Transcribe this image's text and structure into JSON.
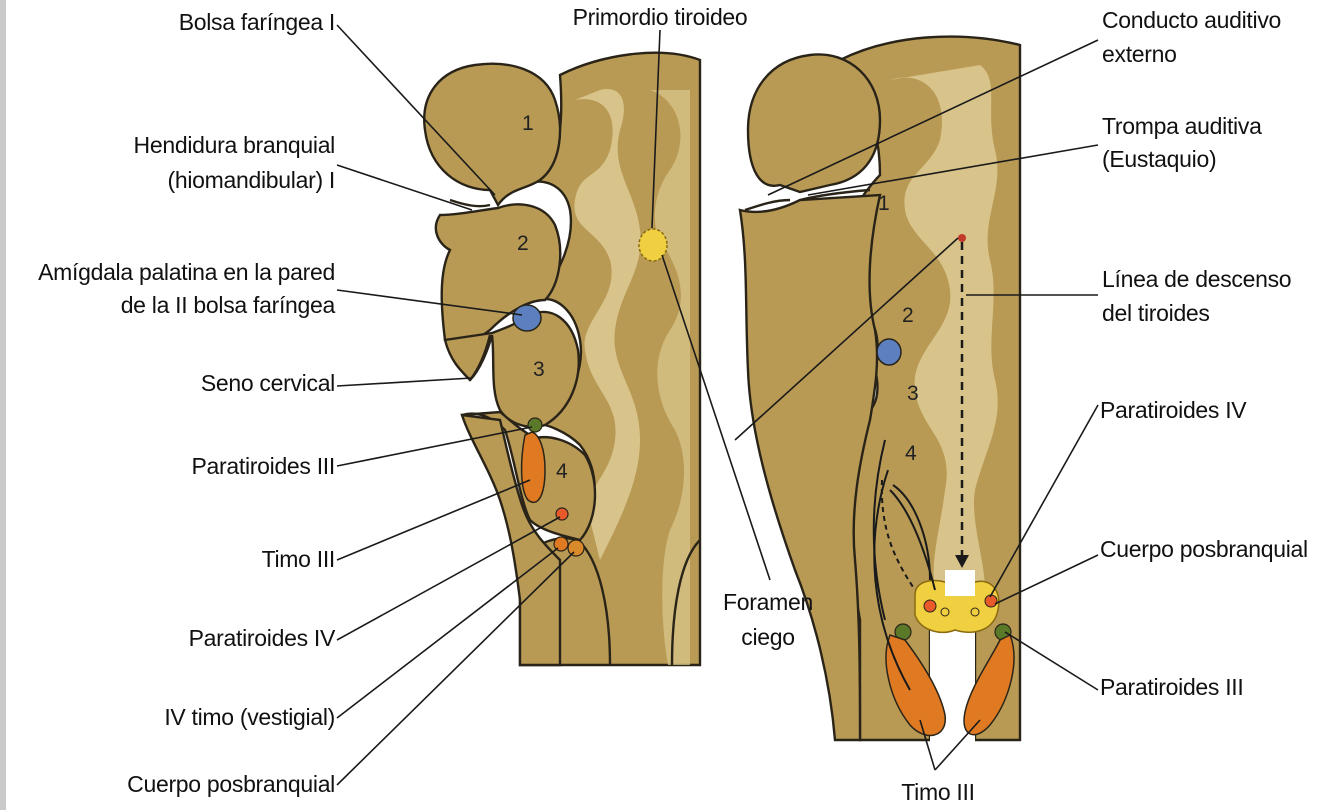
{
  "labels_left": {
    "bolsa_faringea_1": "Bolsa faríngea I",
    "hendidura_line1": "Hendidura branquial",
    "hendidura_line2": "(hiomandibular) I",
    "amigdala_line1": "Amígdala palatina en la pared",
    "amigdala_line2": "de la II bolsa faríngea",
    "seno_cervical": "Seno cervical",
    "paratiroides_3": "Paratiroides III",
    "timo_3": "Timo III",
    "paratiroides_4": "Paratiroides IV",
    "iv_timo": "IV timo (vestigial)",
    "cuerpo_posbranquial": "Cuerpo posbranquial"
  },
  "labels_center": {
    "primordio_tiroideo": "Primordio tiroideo",
    "foramen_line1": "Foramen",
    "foramen_line2": "ciego"
  },
  "labels_right": {
    "conducto_line1": "Conducto auditivo",
    "conducto_line2": "externo",
    "trompa_line1": "Trompa auditiva",
    "trompa_line2": "(Eustaquio)",
    "linea_line1": "Línea de descenso",
    "linea_line2": "del tiroides",
    "paratiroides_4": "Paratiroides IV",
    "cuerpo_posbranquial": "Cuerpo posbranquial",
    "paratiroides_3": "Paratiroides III",
    "timo_3": "Timo III"
  },
  "arch_numbers_left": [
    "1",
    "2",
    "3",
    "4"
  ],
  "arch_numbers_right": [
    "1",
    "2",
    "3",
    "4"
  ],
  "colors": {
    "tissue": "#b89a55",
    "tissue_light": "#d8c48a",
    "thymus": "#e07a22",
    "parathyroid": "#5a7a2a",
    "tonsil": "#5b7fbf",
    "thyroid": "#f0d040",
    "postbranchial": "#e85a2a"
  }
}
